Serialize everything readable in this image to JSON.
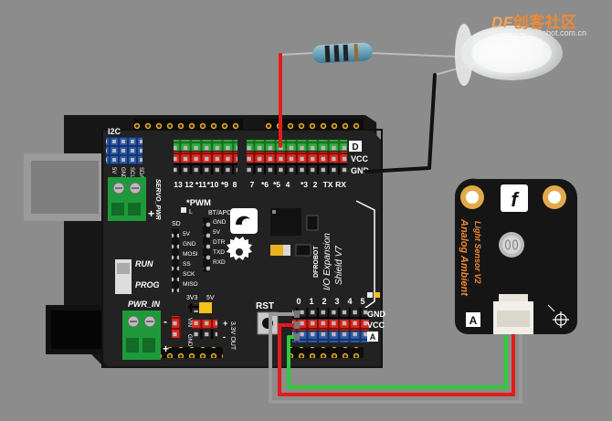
{
  "watermark": {
    "brand": "DF",
    "name": "创客社区",
    "url": "mc.DFRobot.com.cn"
  },
  "board": {
    "i2c_label": "I2C",
    "i2c_pins": [
      "5V",
      "GND",
      "SCL",
      "SDA"
    ],
    "servo_pwr": "SERVO_PWR",
    "plus": "+",
    "run": "RUN",
    "prog": "PROG",
    "pwr_in": "PWR_IN",
    "pwm": "*PWM",
    "l_led": "L",
    "digital_nums": [
      "13",
      "12",
      "*11",
      "*10",
      "*9",
      "8",
      "7",
      "*6",
      "*5",
      "4",
      "*3",
      "2",
      "TX",
      "RX"
    ],
    "row_d": "D",
    "row_vcc": "VCC",
    "row_gnd": "GND",
    "bt_apc": "BT/APC",
    "bt_pins": [
      "GND",
      "5V",
      "DTR",
      "TXD",
      "RXD"
    ],
    "sd": "SD",
    "sd_pins": [
      "5V",
      "GND",
      "MOSI",
      "SS",
      "SCK",
      "MISO"
    ],
    "v33": "3V3",
    "v5": "5V",
    "vin": "VIN",
    "gnd": "GND",
    "minus": "-",
    "out": "3.3V OUT",
    "rst": "RST",
    "analog_nums": [
      "0",
      "1",
      "2",
      "3",
      "4",
      "5"
    ],
    "a_gnd": "GND",
    "a_vcc": "VCC",
    "a_label": "A",
    "logo_text": "DFROBOT",
    "shield_name": "I/O Expansion",
    "shield_ver": "Shield V7"
  },
  "sensor": {
    "title": "Analog Ambient",
    "subtitle": "Light Sensor V2",
    "pin_label": "A",
    "logo": "f"
  },
  "colors": {
    "background": "#8c8c8c",
    "board": "#1e1e1e",
    "wire_red": "#e21b1b",
    "wire_black": "#111111",
    "wire_green": "#2ecc3c",
    "wire_gray": "#9a9a9a",
    "header_green": "#2fa83a",
    "header_red": "#d9261c",
    "header_blue": "#2b5aa8",
    "accent_orange": "#f08a36"
  }
}
